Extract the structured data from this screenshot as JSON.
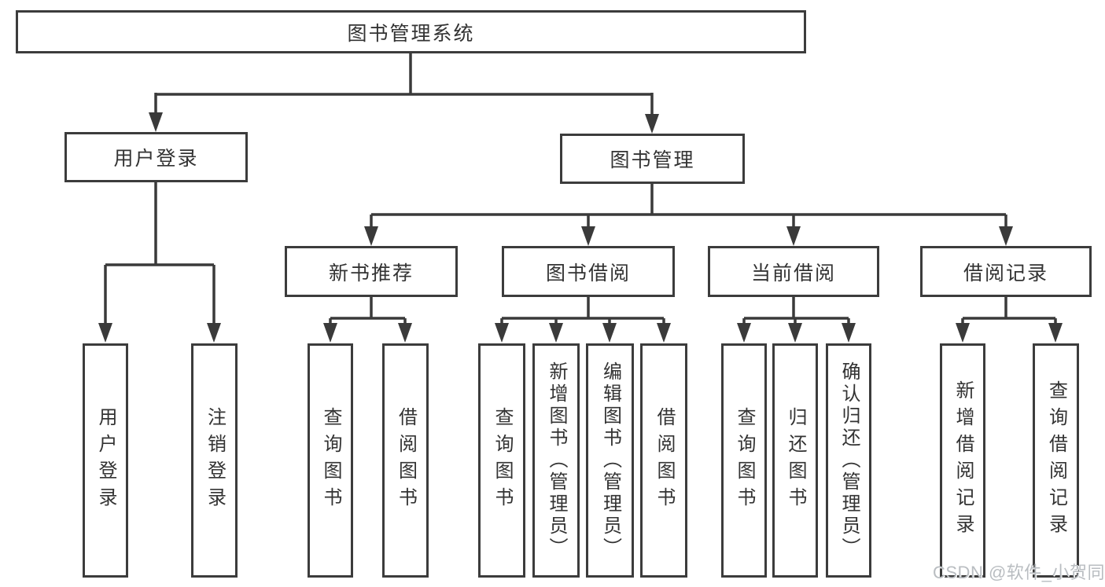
{
  "diagram_title": "图书管理系统",
  "watermark": "CSDN @软件_小贺同学",
  "colors": {
    "line": "#3a3a3a",
    "text": "#333333",
    "box_background": "#ffffff",
    "watermark_text": "#b9bdc1"
  },
  "tree": {
    "label": "图书管理系统",
    "children": [
      {
        "label": "用户登录",
        "children": [
          {
            "label": "用户登录"
          },
          {
            "label": "注销登录"
          }
        ]
      },
      {
        "label": "图书管理",
        "children": [
          {
            "label": "新书推荐",
            "children": [
              {
                "label": "查询图书"
              },
              {
                "label": "借阅图书"
              }
            ]
          },
          {
            "label": "图书借阅",
            "children": [
              {
                "label": "查询图书"
              },
              {
                "label": "新增图书（管理员）"
              },
              {
                "label": "编辑图书（管理员）"
              },
              {
                "label": "借阅图书"
              }
            ]
          },
          {
            "label": "当前借阅",
            "children": [
              {
                "label": "查询图书"
              },
              {
                "label": "归还图书"
              },
              {
                "label": "确认归还（管理员）"
              }
            ]
          },
          {
            "label": "借阅记录",
            "children": [
              {
                "label": "新增借阅记录"
              },
              {
                "label": "查询借阅记录"
              }
            ]
          }
        ]
      }
    ]
  }
}
